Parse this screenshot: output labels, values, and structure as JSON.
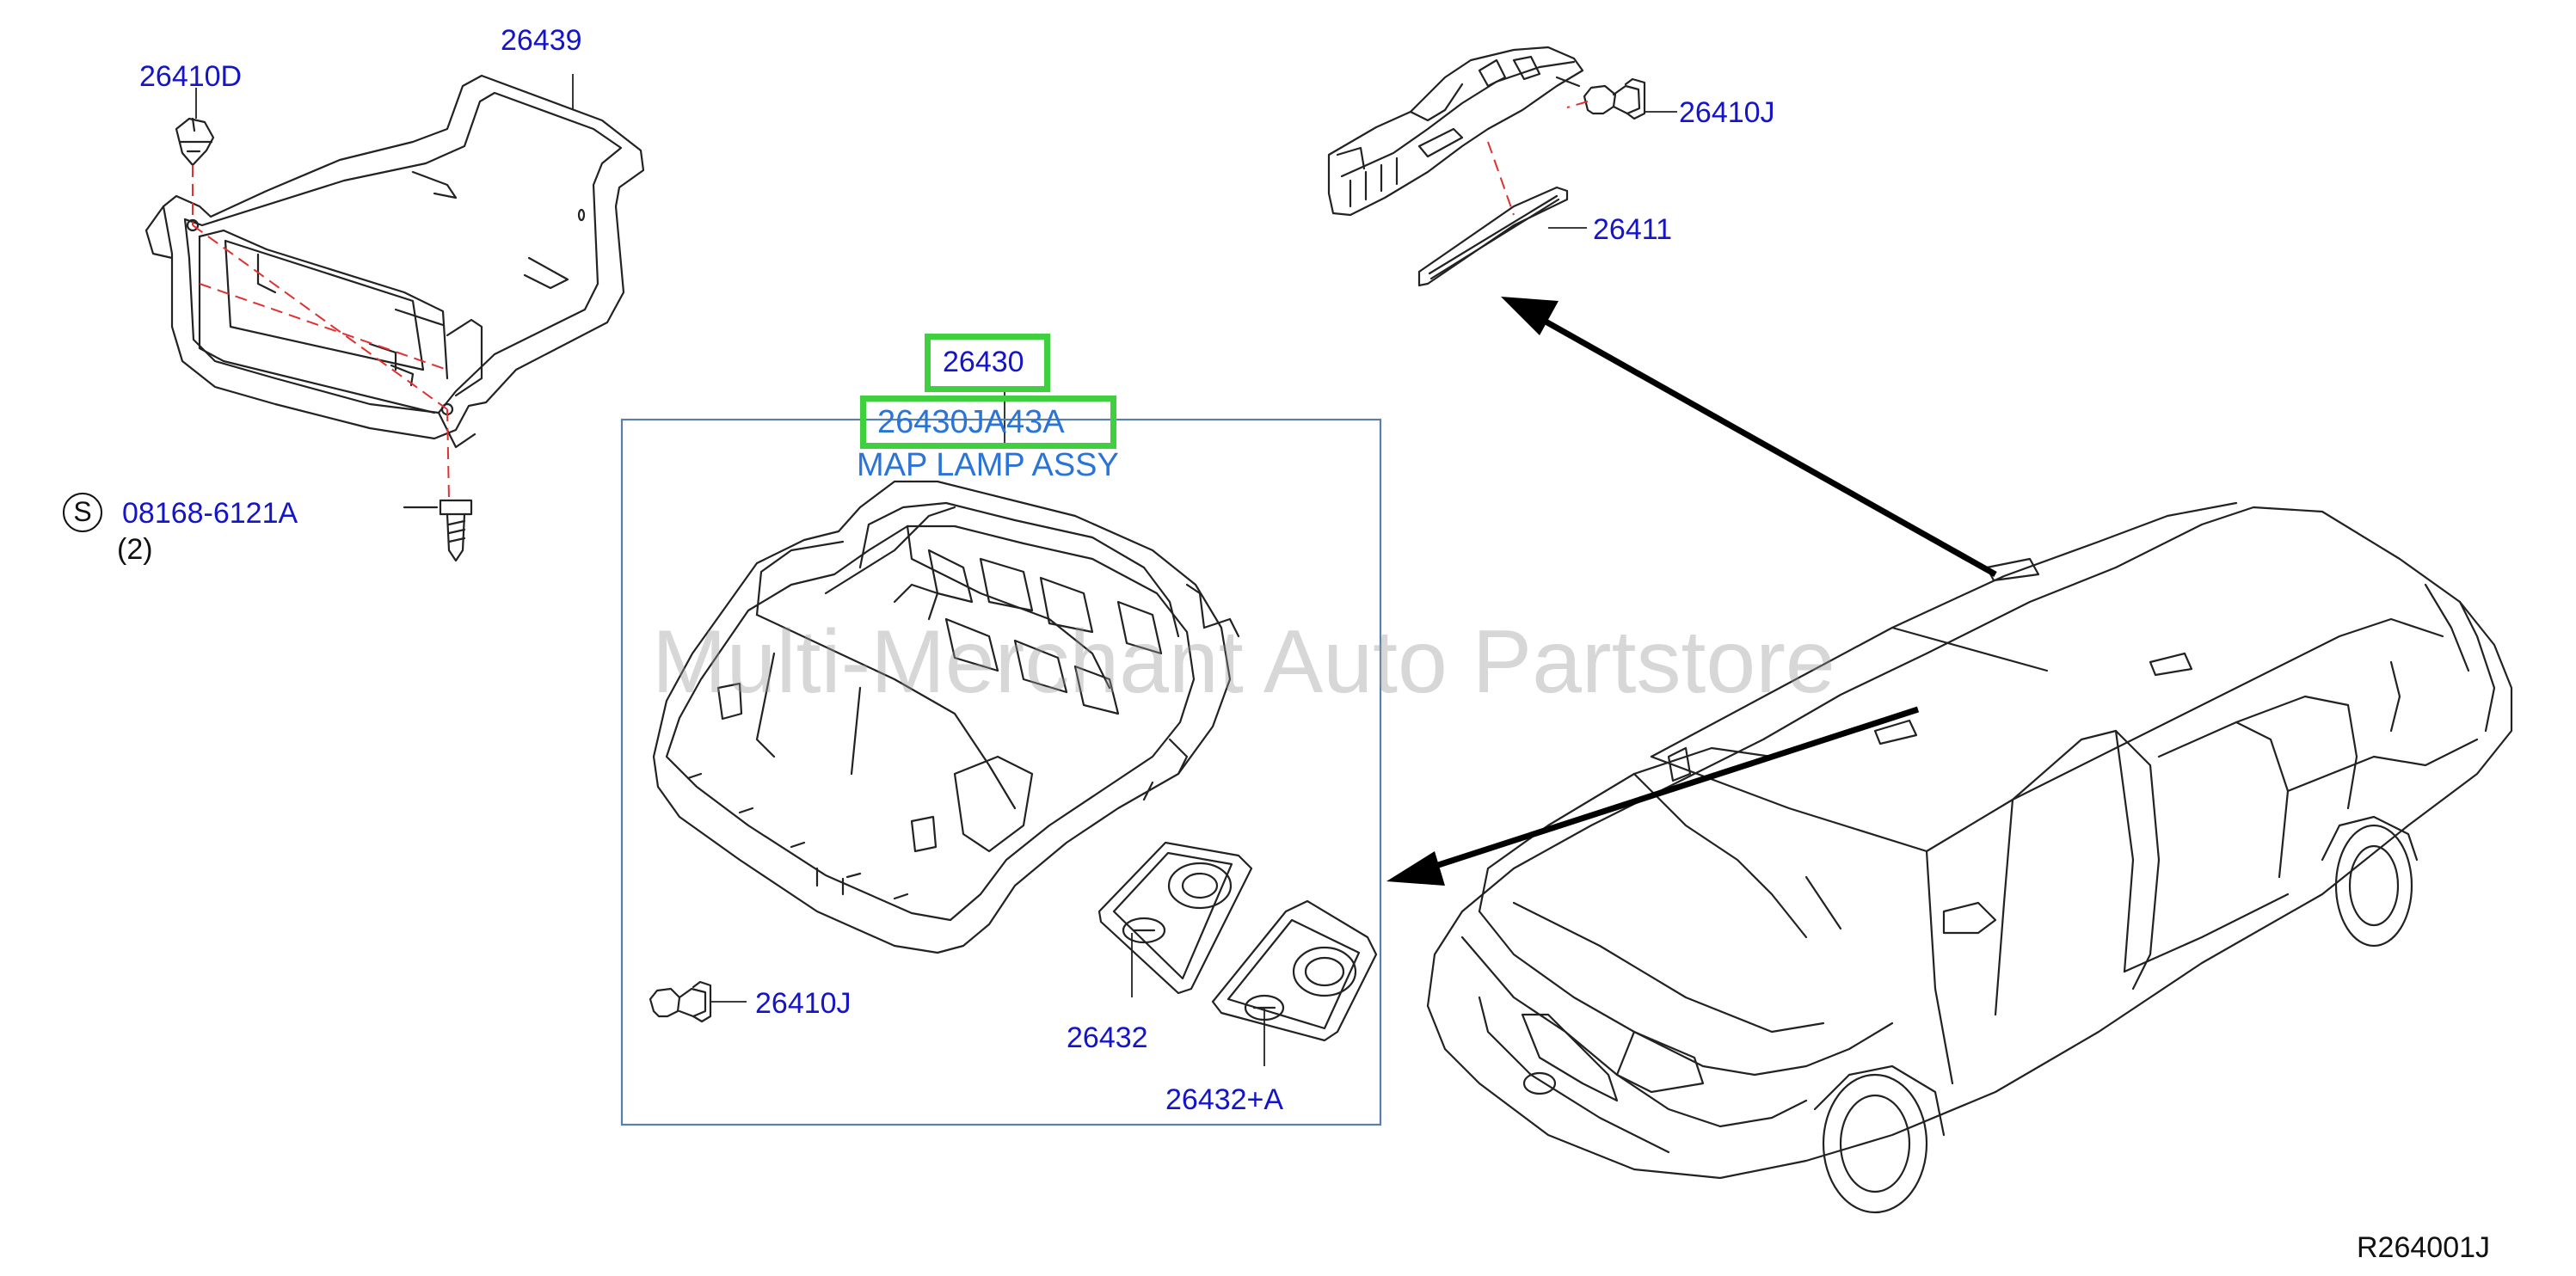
{
  "diagram": {
    "parts": {
      "p26439": "26439",
      "p26410D": "26410D",
      "p26410J_top": "26410J",
      "p26411": "26411",
      "p26430": "26430",
      "p26430JA43A": "26430JA43A",
      "assy_name": "MAP LAMP ASSY",
      "screw": "08168-6121A",
      "screw_qty": "(2)",
      "screw_symbol": "S",
      "p26410J_bottom": "26410J",
      "p26432": "26432",
      "p26432A": "26432+A"
    },
    "watermark": "Multi-Merchant Auto Partstore",
    "figure_ref": "R264001J",
    "colors": {
      "label": "#1414c8",
      "highlight": "#3fcf3f",
      "assy_text": "#2a74d8",
      "leader_dashed": "#e03030",
      "box": "#5a7fa8",
      "lines": "#222222"
    }
  }
}
